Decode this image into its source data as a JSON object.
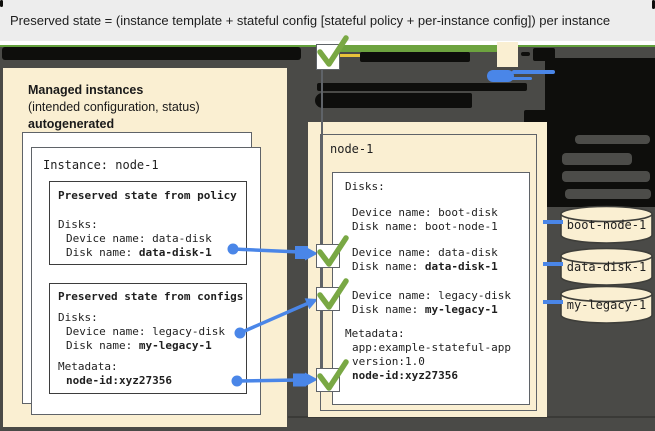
{
  "banner": {
    "title": "Preserved state = (instance template + stateful config [stateful policy + per-instance config]) per instance"
  },
  "managed_box": {
    "title": "Managed instances",
    "subtitle": "(intended configuration, status)",
    "note": "autogenerated",
    "instance_label": "Instance: node-1",
    "policy_box": {
      "title": "Preserved state from policy",
      "disks_label": "Disks:",
      "device_line": "Device name: data-disk",
      "disk_prefix": "Disk name: ",
      "disk_value": "data-disk-1"
    },
    "configs_box": {
      "title": "Preserved state from configs",
      "disks_label": "Disks:",
      "device_line": "Device name: legacy-disk",
      "disk_prefix": "Disk name: ",
      "disk_value": "my-legacy-1",
      "metadata_label": "Metadata:",
      "metadata_value": "node-id:xyz27356"
    }
  },
  "vm_box": {
    "title": "node-1",
    "disks_label": "Disks:",
    "entries": [
      {
        "device_line": "Device name: boot-disk",
        "disk_prefix": "Disk name: ",
        "disk_value": "boot-node-1"
      },
      {
        "device_line": "Device name: data-disk",
        "disk_prefix": "Disk name: ",
        "disk_value": "data-disk-1"
      },
      {
        "device_line": "Device name: legacy-disk",
        "disk_prefix": "Disk name: ",
        "disk_value": "my-legacy-1"
      }
    ],
    "metadata_label": "Metadata:",
    "metadata_line1": "app:example-stateful-app",
    "metadata_line2": "version:1.0",
    "metadata_bold": "node-id:xyz27356"
  },
  "disks": [
    {
      "name": "boot-node-1"
    },
    {
      "name": "data-disk-1"
    },
    {
      "name": "my-legacy-1"
    }
  ],
  "colors": {
    "cream": "#faefd2",
    "background": "#4a4a47",
    "redaction_black": "#0e0e0c",
    "accent_green": "#63a03c",
    "check_green": "#79a844",
    "accent_blue": "#4a86e8",
    "accent_yellow": "#e8c23a",
    "border_gray": "#5f6368"
  }
}
